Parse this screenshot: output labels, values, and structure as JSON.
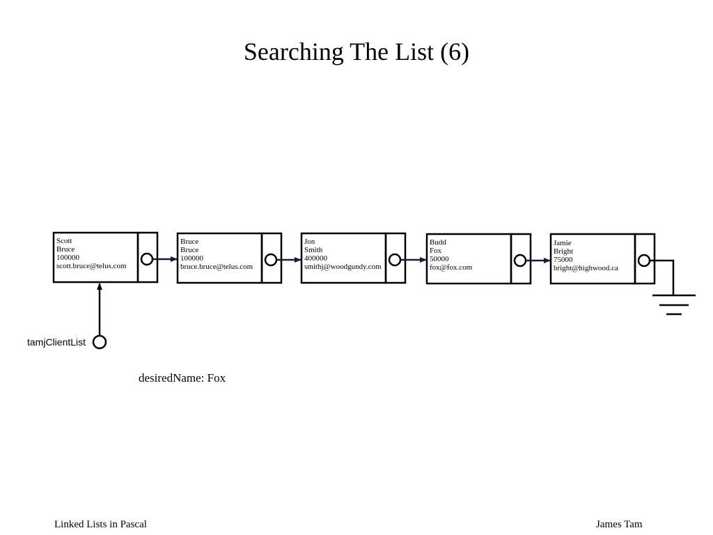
{
  "slide": {
    "title": "Searching The List (6)",
    "footer_left": "Linked Lists in Pascal",
    "footer_right": "James Tam"
  },
  "diagram": {
    "nodes": [
      {
        "first_name": "Scott",
        "last_name": "Bruce",
        "income": "100000",
        "email": "scott.bruce@telus.com"
      },
      {
        "first_name": "Bruce",
        "last_name": "Bruce",
        "income": "100000",
        "email": "bruce.bruce@telus.com"
      },
      {
        "first_name": "Jon",
        "last_name": "Smith",
        "income": "400000",
        "email": "smithj@woodgundy.com"
      },
      {
        "first_name": "Budd",
        "last_name": "Fox",
        "income": "50000",
        "email": "fox@fox.com"
      },
      {
        "first_name": "Jamie",
        "last_name": "Bright",
        "income": "75000",
        "email": "bright@highwood.ca"
      }
    ],
    "head_pointer_label": "tamjClientList",
    "last_pointer": "nil",
    "colors": {
      "line": "#000000",
      "arrow": "#1a1a3a",
      "background": "#ffffff"
    }
  },
  "search": {
    "label": "desiredName: Fox"
  }
}
